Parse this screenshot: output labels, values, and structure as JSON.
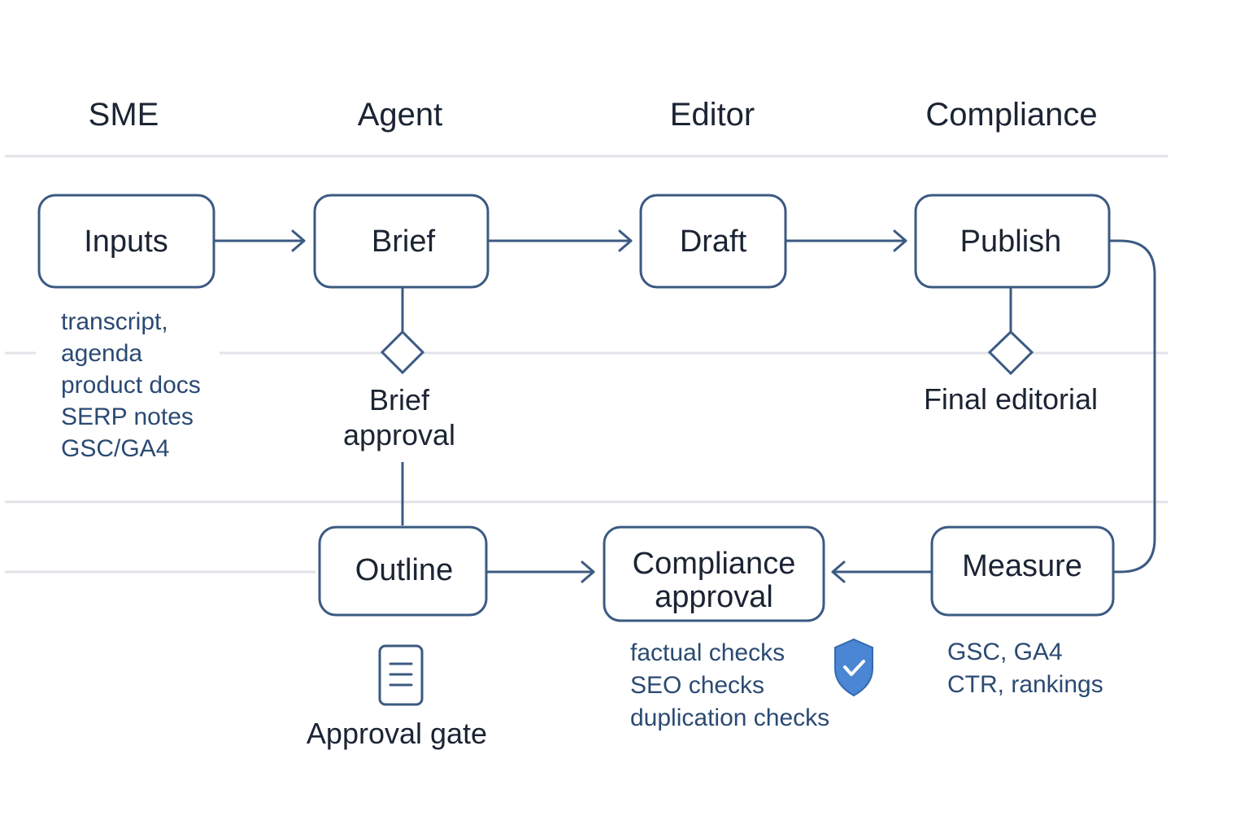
{
  "lanes": {
    "sme": "SME",
    "agent": "Agent",
    "editor": "Editor",
    "compliance": "Compliance"
  },
  "nodes": {
    "inputs": "Inputs",
    "brief": "Brief",
    "draft": "Draft",
    "publish": "Publish",
    "outline": "Outline",
    "compliance_approval": [
      "Compliance",
      "approval"
    ],
    "measure": "Measure"
  },
  "gates": {
    "brief_approval": [
      "Brief",
      "approval"
    ],
    "final_editorial": "Final editorial",
    "approval_gate": "Approval gate"
  },
  "notes": {
    "inputs": [
      "transcript,",
      "agenda",
      "product docs",
      "SERP notes",
      "GSC/GA4"
    ],
    "compliance": [
      "factual checks",
      "SEO checks",
      "duplication checks"
    ],
    "measure": [
      "GSC, GA4",
      "CTR, rankings"
    ]
  },
  "icons": {
    "document": "document-icon",
    "shield": "shield-check-icon"
  },
  "colors": {
    "stroke": "#3b5a82",
    "text": "#1b2433",
    "note_text": "#2b4a73",
    "divider": "#e0e3e7",
    "shield": "#4a86d4"
  }
}
